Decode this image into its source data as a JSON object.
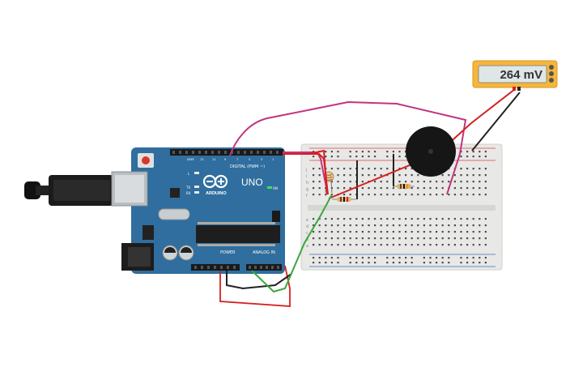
{
  "multimeter": {
    "reading": "264 mV"
  },
  "arduino": {
    "brand": "ARDUINO",
    "model": "UNO",
    "digital_label": "DIGITAL (PWM ~)",
    "power_label": "POWER",
    "analog_label": "ANALOG IN",
    "on_label": "ON",
    "tx_label": "TX",
    "rx_label": "RX",
    "l_label": "L"
  },
  "breadboard": {
    "row_labels_top": [
      "j",
      "i",
      "h",
      "g",
      "f"
    ],
    "row_labels_bottom": [
      "e",
      "d",
      "c",
      "b",
      "a"
    ]
  },
  "colors": {
    "arduino_board": "#2f6e9e",
    "breadboard": "#e8e8e6",
    "wire_magenta": "#c2337f",
    "wire_red": "#d42020",
    "wire_black": "#222222",
    "wire_green": "#3aa83a",
    "multimeter_body": "#f6b638",
    "multimeter_screen": "#dfe6e8"
  }
}
